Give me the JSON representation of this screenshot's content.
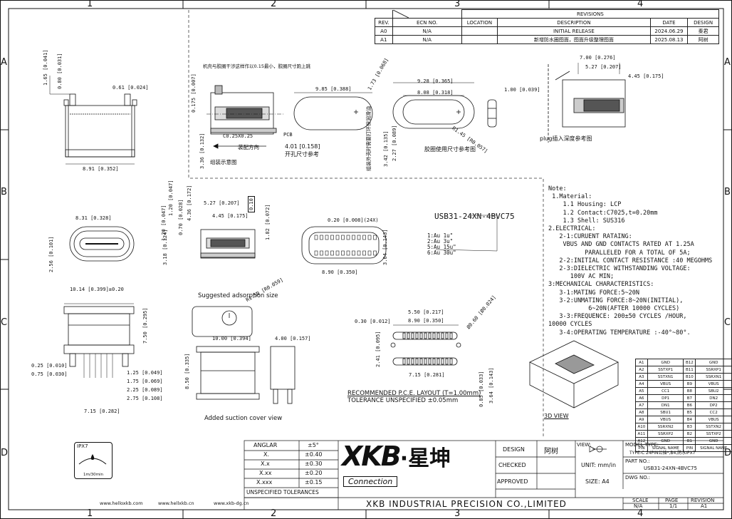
{
  "border": {
    "cols": [
      "1",
      "2",
      "3",
      "4"
    ],
    "rows": [
      "A",
      "B",
      "C",
      "D"
    ]
  },
  "revisions": {
    "title": "REVISIONS",
    "headers": [
      "REV.",
      "ECN  NO.",
      "LOCATION",
      "DESCRIPTION",
      "DATE",
      "DESIGN"
    ],
    "rows": [
      [
        "A0",
        "N/A",
        "",
        "INITIAL  RELEASE",
        "2024.06.29",
        "秦君"
      ],
      [
        "A1",
        "N/A",
        "",
        "新增防水圈图面，图面升级整理图面",
        "2025.08.13",
        "阿树"
      ]
    ]
  },
  "views": {
    "top_dims": [
      "1.65 [0.041]",
      "0.80 [0.031]",
      "0.61 [0.024]",
      "8.91 [0.352]"
    ],
    "section_notes": [
      "机壳与胶圈干涉这样作以0.15最小，胶圈尺寸跑上跳",
      "0.175 [0.007]",
      "C0.25X0.25",
      "PCB",
      "装配方向",
      "组装示意图",
      "3.36 [0.132]"
    ],
    "seal_dims": [
      "9.85 [0.388]",
      "1.73 [0.068]",
      "4.01 [0.158]",
      "开孔尺寸参考",
      "组装外壳时需要打环保润滑油"
    ],
    "ring_dims": [
      "9.28 [0.365]",
      "8.08 [0.318]",
      "R1.45 [R0.057]",
      "3.42 [0.135]",
      "2.27 [0.089]",
      "胶圈使用尺寸参考图",
      "1.00 [0.039]"
    ],
    "plug_dims": [
      "7.00 [0.276]",
      "5.27 [0.207]",
      "4.45 [0.175]",
      "plug插入深度参考图"
    ],
    "front_dims": [
      "8.31 [0.328]",
      "2.56 [0.101]"
    ],
    "side_dims": [
      "1.20 [0.047]",
      "4.36 [0.172]",
      "5.27 [0.207]",
      "4.45 [0.175]",
      "1.82 [0.072]",
      "0.10",
      "3.18 [0.124]",
      "1.20 [0.047]",
      "0.70 [0.028]"
    ],
    "pins_dims": [
      "0.20 [0.008](24X)",
      "3.64 [0.143]",
      "8.90 [0.350]"
    ],
    "part_number": "USB31-24XN-4BVC75",
    "plating": [
      "1:Au 1u\"",
      "2:Au 3u\"",
      "5:Au 15u\"",
      "6:Au 30u\""
    ],
    "bottom_dims": [
      "10.14 [0.399]±0.20",
      "7.50 [0.295]",
      "0.25 [0.010]",
      "0.75 [0.030]",
      "1.25 [0.049]",
      "1.75 [0.069]",
      "2.25 [0.089]",
      "2.75 [0.108]",
      "7.15 [0.282]"
    ],
    "suction": {
      "title": "Suggested adsorption size",
      "dim": "R1.50 [R0.059]",
      "caption": "Added suction cover view",
      "d1": "10.00 [0.394]",
      "d2": "4.00 [0.157]",
      "d3": "8.50 [0.335]"
    },
    "layout": {
      "d1": "8.90 [0.350]",
      "d2": "5.50 [0.217]",
      "d3": "0.30 [0.012]",
      "d4": "Ø0.60 [Ø0.024]",
      "d5": "2.41 [0.095]",
      "d6": "7.15 [0.281]",
      "d7": "0.85 [0.033]",
      "d8": "3.64 [0.143]",
      "title": "RECOMMENDED  P.C.E. LAYOUT (T=1.00mm)",
      "tol": "TOLERANCE  UNSPECIFIED  ±0.05mm"
    },
    "view3d": "3D  VIEW"
  },
  "notes": "Note:\n 1.Material:\n    1.1 Housing: LCP\n    1.2 Contact:C7025,t=0.20mm\n    1.3 Shell: SUS316\n2.ELECTRICAL:\n   2-1:CURUENT RATAING:\n    VBUS AND GND CONTACTS RATED AT 1.25A\n          PARALLELED FOR A TOTAL OF 5A;\n   2-2:INITIAL CONTACT RESISTANCE :40 MEGOHMS\n   2-3:DIELECTRIC WITHSTANDING VOLTAGE:\n      100V AC MIN;\n3:MECHANICAL CHARACTERISTICS:\n   3-1:MATING FORCE:5~20N\n   3-2:UNMATING FORCE:8~20N(INITIAL),\n           6~20N(AFTER 10000 CYCLES)\n   3-3:FREQUENCE: 200±50 CYCLES /HOUR,\n10000 CYCLES\n   3-4:OPERATING TEMPERATURE :-40°~80°.",
  "pins": [
    [
      "A1",
      "GND",
      "B12",
      "GND"
    ],
    [
      "A2",
      "SSTXP1",
      "B11",
      "SSRXP1"
    ],
    [
      "A3",
      "SSTXN1",
      "B10",
      "SSRXN1"
    ],
    [
      "A4",
      "VBUS",
      "B9",
      "VBUS"
    ],
    [
      "A5",
      "CC1",
      "B8",
      "SBU2"
    ],
    [
      "A6",
      "DP1",
      "B7",
      "DN2"
    ],
    [
      "A7",
      "DN1",
      "B6",
      "DP2"
    ],
    [
      "A8",
      "SBU1",
      "B5",
      "CC2"
    ],
    [
      "A9",
      "VBUS",
      "B4",
      "VBUS"
    ],
    [
      "A10",
      "SSRXN2",
      "B3",
      "SSTXN2"
    ],
    [
      "A11",
      "SSRXP2",
      "B2",
      "SSTXP2"
    ],
    [
      "A12",
      "GND",
      "B1",
      "GND"
    ],
    [
      "PIN",
      "SIGNAL NAME",
      "PIN",
      "SIGNAL NAME"
    ]
  ],
  "ipx": {
    "label": "IPX7",
    "caption": "1m/30min"
  },
  "tolerance": {
    "rows": [
      [
        "ANGLAR",
        "±5°"
      ],
      [
        "X.",
        "±0.40"
      ],
      [
        "X.x",
        "±0.30"
      ],
      [
        "X.xx",
        "±0.20"
      ],
      [
        "X.xxx",
        "±0.15"
      ]
    ],
    "footer": "UNSPECIFIED TOLERANCES"
  },
  "logo": {
    "brand": "XKB",
    "cn": "·星坤",
    "sub": "Connection"
  },
  "title_block": {
    "design_lbl": "DESIGN",
    "design_val": "阿树",
    "checked_lbl": "CHECKED",
    "approved_lbl": "APPROVED",
    "unit": "UNIT: mm/in",
    "size": "SIZE: A4",
    "view_lbl": "VIEW:",
    "model_lbl": "MODEL TYPE:",
    "model_val": "TYPE-C 24PIN公插*,B4,防水IPX7",
    "part_lbl": "PART NO.:",
    "part_val": "USB31-24XN-4BVC75",
    "dwg_lbl": "DWG NO.:",
    "company": "XKB INDUSTRIAL PRECISION CO.,LIMITED",
    "scale_lbl": "SCALE",
    "scale_val": "N/A",
    "page_lbl": "PAGE",
    "page_val": "1/1",
    "rev_lbl": "REVISION",
    "rev_val": "A1"
  },
  "footer_urls": [
    "www.helloxkb.com",
    "www.hellxkb.cn",
    "www.xkb-dg.cn"
  ]
}
